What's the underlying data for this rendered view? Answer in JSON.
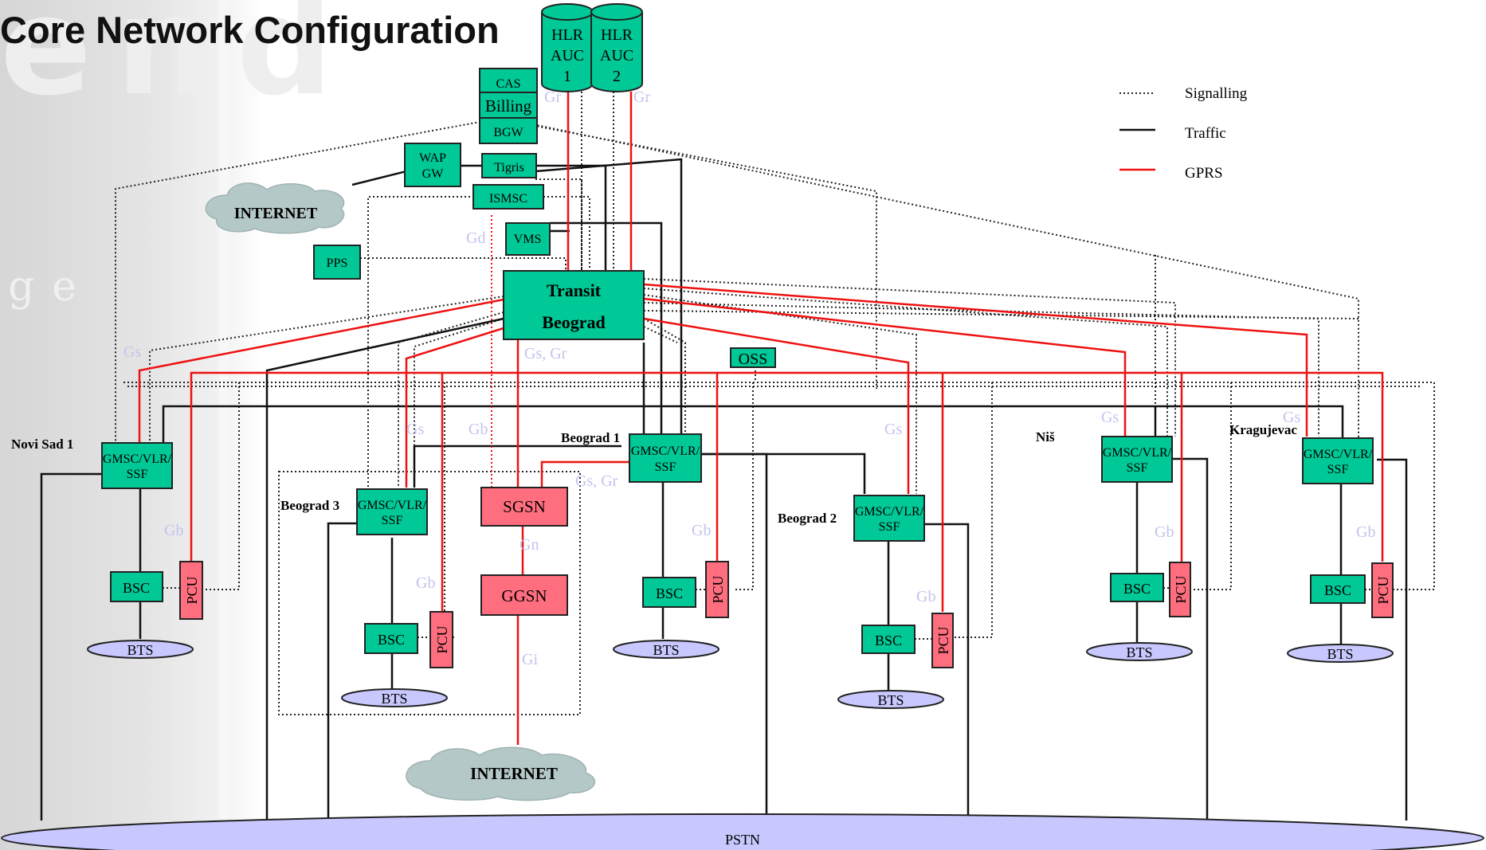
{
  "title": "Core Network Configuration",
  "legend": {
    "signalling": "Signalling",
    "traffic": "Traffic",
    "gprs": "GPRS"
  },
  "nodes": {
    "hlr1": [
      "HLR",
      "AUC",
      "1"
    ],
    "hlr2": [
      "HLR",
      "AUC",
      "2"
    ],
    "cas": "CAS",
    "billing": "Billing",
    "bgw": "BGW",
    "wap": [
      "WAP",
      "GW"
    ],
    "tigris": "Tigris",
    "ismsc": "ISMSC",
    "vms": "VMS",
    "pps": "PPS",
    "transit": [
      "Transit",
      "Beograd"
    ],
    "oss": "OSS",
    "sgsn": "SGSN",
    "ggsn": "GGSN",
    "internet_top": "INTERNET",
    "internet_bottom": "INTERNET",
    "pstn": "PSTN",
    "gmsc": [
      "GMSC/VLR/",
      "SSF"
    ],
    "bsc": "BSC",
    "pcu": "PCU",
    "bts": "BTS"
  },
  "sites": {
    "novi_sad": "Novi Sad 1",
    "beograd3": "Beograd 3",
    "beograd1": "Beograd 1",
    "beograd2": "Beograd 2",
    "nis": "Niš",
    "kragujevac": "Kragujevac"
  },
  "interfaces": {
    "gr": "Gr",
    "gd": "Gd",
    "gs": "Gs",
    "gs_gr": "Gs, Gr",
    "gb": "Gb",
    "gn": "Gn",
    "gi": "Gi"
  },
  "colors": {
    "node_green": "#00c896",
    "node_red": "#ff6e7e",
    "bts_fill": "#c8c8ff",
    "gprs_line": "#ee1111",
    "cloud": "#b4c8c8",
    "interface_label": "#c3c3ee"
  }
}
